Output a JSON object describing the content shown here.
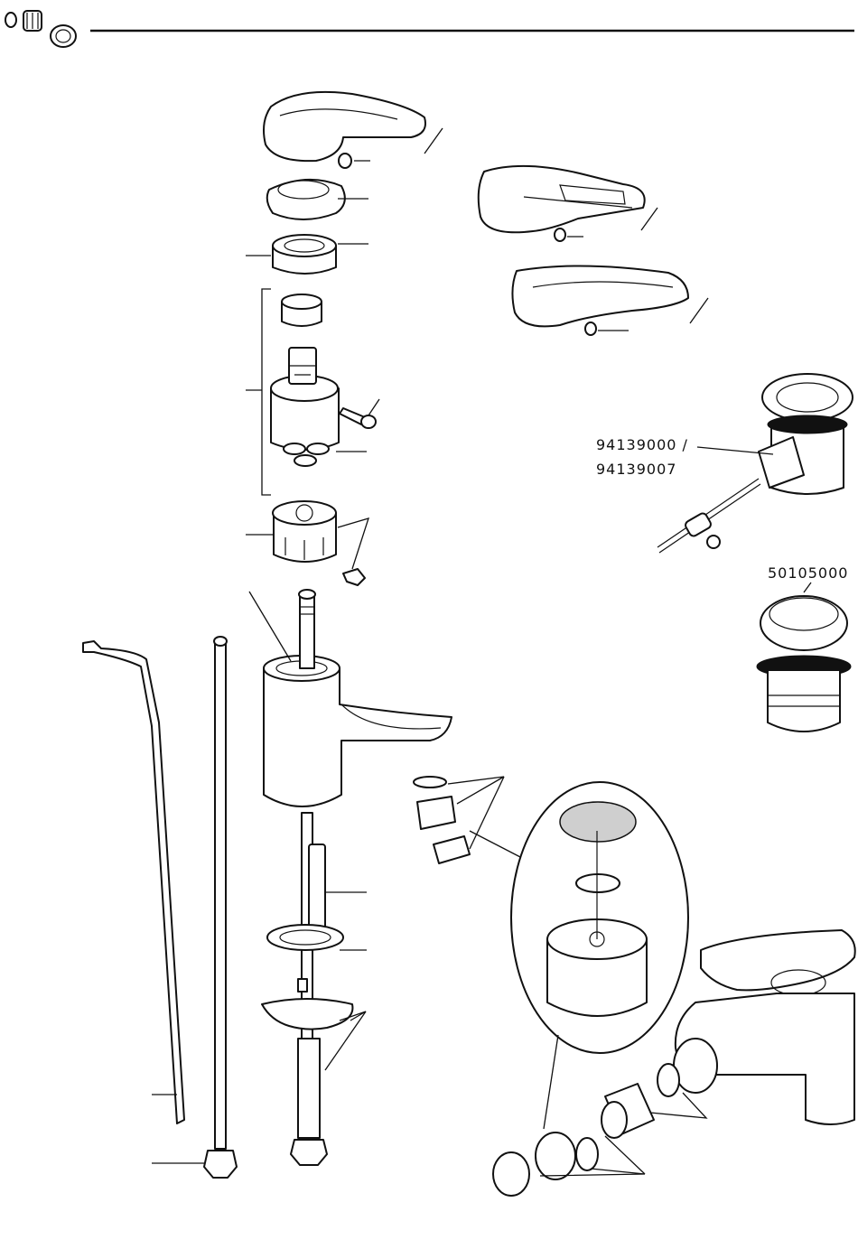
{
  "labels": {
    "drain_set_code_1": "94139000 /",
    "drain_set_code_2": "94139007",
    "push_drain_code": "50105000"
  },
  "icons": {
    "header": "cleaning-parts-icon"
  },
  "colors": {
    "line": "#111111",
    "background": "#ffffff"
  }
}
